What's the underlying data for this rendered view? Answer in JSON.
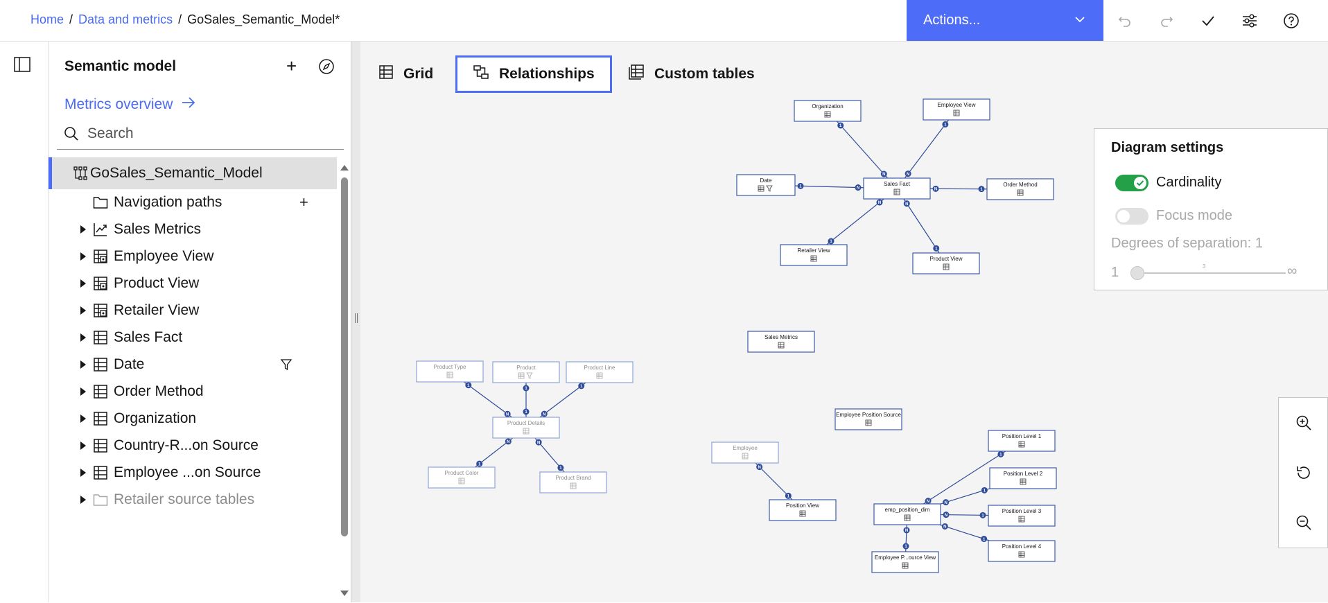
{
  "header": {
    "breadcrumb": [
      {
        "label": "Home",
        "link": true
      },
      {
        "label": "Data and metrics",
        "link": true
      },
      {
        "label": "GoSales_Semantic_Model*",
        "link": false
      }
    ],
    "actions_label": "Actions...",
    "icons": [
      "undo-icon",
      "redo-icon",
      "checkmark-icon",
      "settings-adjust-icon",
      "help-icon"
    ]
  },
  "panel": {
    "title": "Semantic model",
    "metrics_overview": "Metrics overview",
    "search_placeholder": "Search",
    "tree": [
      {
        "label": "GoSales_Semantic_Model",
        "icon": "model-icon",
        "selected": true
      },
      {
        "label": "Navigation paths",
        "icon": "folder-icon",
        "has_add": true
      },
      {
        "label": "Sales Metrics",
        "icon": "metrics-icon",
        "expandable": true
      },
      {
        "label": "Employee View",
        "icon": "view-icon",
        "expandable": true
      },
      {
        "label": "Product View",
        "icon": "view-icon",
        "expandable": true
      },
      {
        "label": "Retailer View",
        "icon": "view-icon",
        "expandable": true
      },
      {
        "label": "Sales Fact",
        "icon": "table-icon",
        "expandable": true
      },
      {
        "label": "Date",
        "icon": "table-icon",
        "expandable": true,
        "filter": true
      },
      {
        "label": "Order Method",
        "icon": "table-icon",
        "expandable": true
      },
      {
        "label": "Organization",
        "icon": "table-icon",
        "expandable": true
      },
      {
        "label": "Country-R...on Source",
        "icon": "table-icon",
        "expandable": true
      },
      {
        "label": "Employee ...on Source",
        "icon": "table-icon",
        "expandable": true
      },
      {
        "label": "Retailer source tables",
        "icon": "folder-icon",
        "expandable": true,
        "muted": true
      }
    ]
  },
  "tabs": [
    {
      "label": "Grid",
      "icon": "grid-icon",
      "active": false
    },
    {
      "label": "Relationships",
      "icon": "relationships-icon",
      "active": true
    },
    {
      "label": "Custom tables",
      "icon": "custom-tables-icon",
      "active": false
    }
  ],
  "diagram": {
    "nodes": [
      {
        "id": "organization",
        "label": "Organization",
        "dim": false
      },
      {
        "id": "employee_view",
        "label": "Employee View",
        "dim": false
      },
      {
        "id": "date",
        "label": "Date",
        "dim": false
      },
      {
        "id": "sales_fact",
        "label": "Sales Fact",
        "dim": false
      },
      {
        "id": "order_method",
        "label": "Order Method",
        "dim": false
      },
      {
        "id": "retailer_view",
        "label": "Retailer View",
        "dim": false
      },
      {
        "id": "product_view",
        "label": "Product View",
        "dim": false
      },
      {
        "id": "sales_metrics",
        "label": "Sales Metrics",
        "dim": false
      },
      {
        "id": "product_type",
        "label": "Product Type",
        "dim": true
      },
      {
        "id": "product",
        "label": "Product",
        "dim": true
      },
      {
        "id": "product_line",
        "label": "Product Line",
        "dim": true
      },
      {
        "id": "product_details",
        "label": "Product Details",
        "dim": true
      },
      {
        "id": "product_color",
        "label": "Product Color",
        "dim": true
      },
      {
        "id": "product_brand",
        "label": "Product Brand",
        "dim": true
      },
      {
        "id": "employee_position_source",
        "label": "Employee Position Source",
        "dim": false
      },
      {
        "id": "employee",
        "label": "Employee",
        "dim": true
      },
      {
        "id": "position_view",
        "label": "Position View",
        "dim": false
      },
      {
        "id": "emp_position_dim",
        "label": "emp_position_dim",
        "dim": false
      },
      {
        "id": "employee_p_source_view",
        "label": "Employee P...ource View",
        "dim": false
      },
      {
        "id": "position_level_1",
        "label": "Position Level 1",
        "dim": false
      },
      {
        "id": "position_level_2",
        "label": "Position Level 2",
        "dim": false
      },
      {
        "id": "position_level_3",
        "label": "Position Level 3",
        "dim": false
      },
      {
        "id": "position_level_4",
        "label": "Position Level 4",
        "dim": false
      }
    ],
    "edges": [
      {
        "from": "organization",
        "to": "sales_fact",
        "from_card": "1",
        "to_card": "N"
      },
      {
        "from": "employee_view",
        "to": "sales_fact",
        "from_card": "1",
        "to_card": "N"
      },
      {
        "from": "date",
        "to": "sales_fact",
        "from_card": "1",
        "to_card": "N"
      },
      {
        "from": "order_method",
        "to": "sales_fact",
        "from_card": "1",
        "to_card": "N"
      },
      {
        "from": "retailer_view",
        "to": "sales_fact",
        "from_card": "1",
        "to_card": "N"
      },
      {
        "from": "product_view",
        "to": "sales_fact",
        "from_card": "1",
        "to_card": "N"
      },
      {
        "from": "product_type",
        "to": "product_details",
        "from_card": "1",
        "to_card": "N"
      },
      {
        "from": "product",
        "to": "product_details",
        "from_card": "1",
        "to_card": "1"
      },
      {
        "from": "product_line",
        "to": "product_details",
        "from_card": "1",
        "to_card": "N"
      },
      {
        "from": "product_color",
        "to": "product_details",
        "from_card": "1",
        "to_card": "N"
      },
      {
        "from": "product_brand",
        "to": "product_details",
        "from_card": "1",
        "to_card": "N"
      },
      {
        "from": "employee",
        "to": "position_view",
        "from_card": "N",
        "to_card": "1"
      },
      {
        "from": "position_level_1",
        "to": "emp_position_dim",
        "from_card": "1",
        "to_card": "N"
      },
      {
        "from": "position_level_2",
        "to": "emp_position_dim",
        "from_card": "1",
        "to_card": "N"
      },
      {
        "from": "position_level_3",
        "to": "emp_position_dim",
        "from_card": "1",
        "to_card": "N"
      },
      {
        "from": "position_level_4",
        "to": "emp_position_dim",
        "from_card": "1",
        "to_card": "N"
      },
      {
        "from": "employee_p_source_view",
        "to": "emp_position_dim",
        "from_card": "1",
        "to_card": "N"
      }
    ]
  },
  "settings": {
    "title": "Diagram settings",
    "cardinality_label": "Cardinality",
    "cardinality_on": true,
    "focus_mode_label": "Focus mode",
    "focus_mode_on": false,
    "degrees_label": "Degrees of separation: 1",
    "slider_min": "1",
    "slider_max": "∞",
    "slider_tick": "3",
    "slider_value": 1
  },
  "zoom": {
    "icons": [
      "zoom-in-icon",
      "reset-icon",
      "zoom-out-icon"
    ]
  },
  "colors": {
    "accent": "#4d6cf7",
    "link": "#4a6bf0",
    "node_border": "#3c5aa6",
    "node_border_dim": "#8fa3d8",
    "toggle_on": "#24a148"
  }
}
